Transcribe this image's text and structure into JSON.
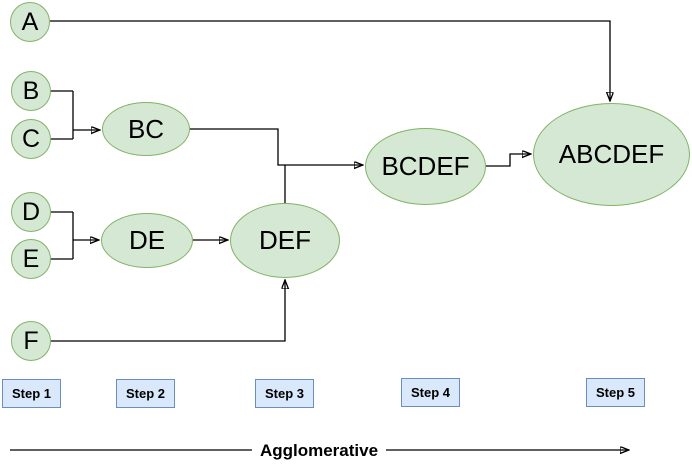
{
  "diagram": {
    "type": "agglomerative-clustering-dendrogram",
    "nodes": [
      {
        "id": "A",
        "label": "A"
      },
      {
        "id": "B",
        "label": "B"
      },
      {
        "id": "C",
        "label": "C"
      },
      {
        "id": "D",
        "label": "D"
      },
      {
        "id": "E",
        "label": "E"
      },
      {
        "id": "F",
        "label": "F"
      },
      {
        "id": "BC",
        "label": "BC"
      },
      {
        "id": "DE",
        "label": "DE"
      },
      {
        "id": "DEF",
        "label": "DEF"
      },
      {
        "id": "BCDEF",
        "label": "BCDEF"
      },
      {
        "id": "ABCDEF",
        "label": "ABCDEF"
      }
    ]
  },
  "steps": [
    {
      "label": "Step 1"
    },
    {
      "label": "Step 2"
    },
    {
      "label": "Step 3"
    },
    {
      "label": "Step 4"
    },
    {
      "label": "Step 5"
    }
  ],
  "footer": {
    "label": "Agglomerative"
  },
  "colors": {
    "node_fill": "#d5e8d4",
    "node_stroke": "#82b366",
    "step_fill": "#dae8fc",
    "step_stroke": "#6c8ebf",
    "line": "#000000",
    "text": "#000000",
    "background": "#ffffff"
  }
}
